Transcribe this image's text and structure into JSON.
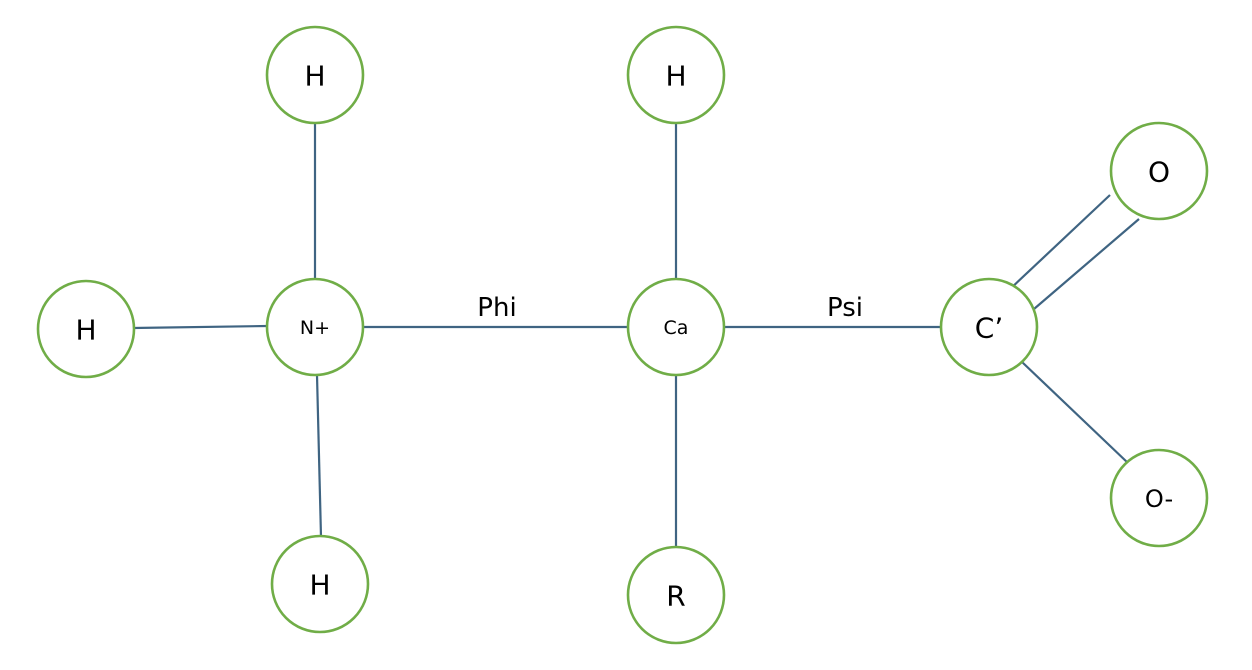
{
  "colors": {
    "atom_stroke": "#70ad47",
    "bond_stroke": "#3f6482",
    "text": "#000000"
  },
  "atoms": {
    "h_top_left": "H",
    "h_left": "H",
    "n_plus": "N+",
    "h_bottom_left": "H",
    "h_top_mid": "H",
    "ca": "Ca",
    "r": "R",
    "c_prime": "C’",
    "o": "O",
    "o_minus": "O-"
  },
  "angles": {
    "phi": "Phi",
    "psi": "Psi"
  }
}
